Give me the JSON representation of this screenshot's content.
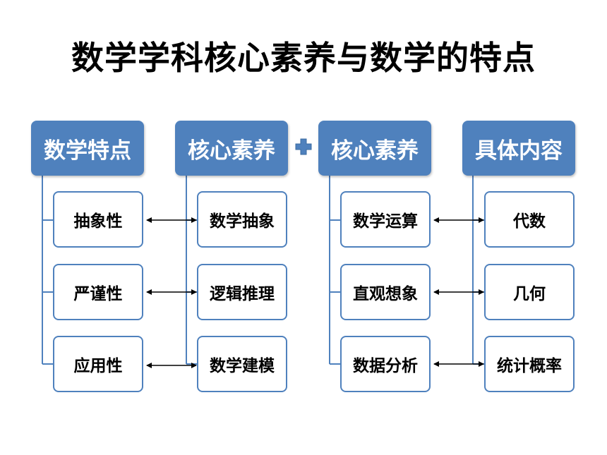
{
  "title": "数学学科核心素养与数学的特点",
  "headers": [
    "数学特点",
    "核心素养",
    "核心素养",
    "具体内容"
  ],
  "columns": [
    [
      "抽象性",
      "严谨性",
      "应用性"
    ],
    [
      "数学抽象",
      "逻辑推理",
      "数学建模"
    ],
    [
      "数学运算",
      "直观想象",
      "数据分析"
    ],
    [
      "代数",
      "几何",
      "统计概率"
    ]
  ],
  "plus_icon": "plus-icon",
  "colors": {
    "header_fill": "#4f81bd",
    "box_border": "#4f81bd",
    "line": "#4f81bd"
  }
}
